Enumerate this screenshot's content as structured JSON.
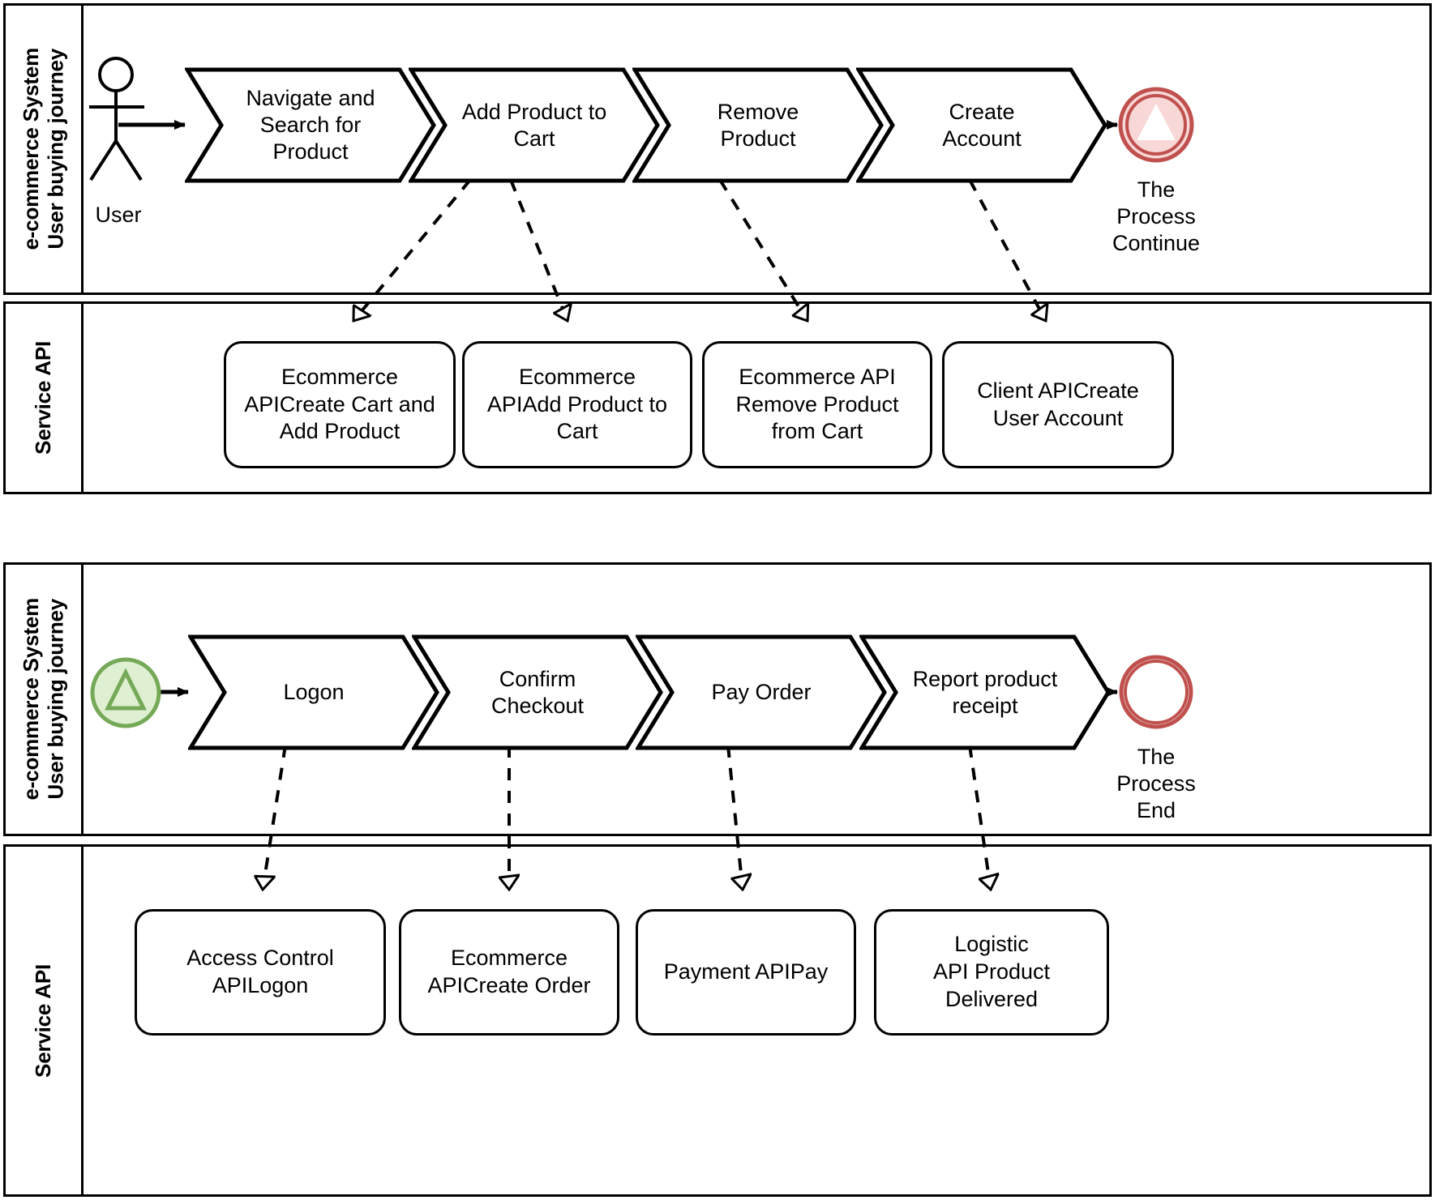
{
  "diagram": {
    "title": "e-commerce System User buying journey",
    "type": "bpmn-process-diagram",
    "colors": {
      "stroke": "#000000",
      "background": "#ffffff",
      "end_event_red_stroke": "#c0504d",
      "end_event_red_fill": "#f8d7d7",
      "start_event_green_stroke": "#76a957",
      "start_event_green_fill": "#dff0d2"
    }
  },
  "pools": [
    {
      "id": "pool-top",
      "lanes": [
        {
          "id": "lane-top-journey",
          "label": "e-commerce System\nUser buying journey",
          "actor": {
            "name": "actor-user",
            "caption": "User"
          },
          "activities": [
            {
              "id": "act-navigate",
              "label": "Navigate and\nSearch for\nProduct"
            },
            {
              "id": "act-add-product",
              "label": "Add Product to\nCart"
            },
            {
              "id": "act-remove-product",
              "label": "Remove\nProduct"
            },
            {
              "id": "act-create-account",
              "label": "Create\nAccount"
            }
          ],
          "end_event": {
            "id": "event-process-continue",
            "caption": "The\nProcess\nContinue",
            "style": "link-throw-double-ring-filled-triangle",
            "color": "#c0504d"
          }
        },
        {
          "id": "lane-top-service-api",
          "label": "Service API",
          "tasks": [
            {
              "id": "api-create-cart",
              "label": "Ecommerce\nAPICreate Cart and\nAdd Product"
            },
            {
              "id": "api-add-product",
              "label": "Ecommerce\nAPIAdd Product to\nCart"
            },
            {
              "id": "api-remove-product",
              "label": "Ecommerce API\nRemove Product\nfrom Cart"
            },
            {
              "id": "api-create-user-account",
              "label": "Client APICreate\nUser Account"
            }
          ]
        }
      ]
    },
    {
      "id": "pool-bottom",
      "lanes": [
        {
          "id": "lane-bottom-journey",
          "label": "e-commerce System\nUser buying journey",
          "start_event": {
            "id": "event-process-start-link",
            "style": "link-catch-single-ring-outline-triangle",
            "color": "#76a957"
          },
          "activities": [
            {
              "id": "act-logon",
              "label": "Logon"
            },
            {
              "id": "act-confirm-checkout",
              "label": "Confirm\nCheckout"
            },
            {
              "id": "act-pay-order",
              "label": "Pay Order"
            },
            {
              "id": "act-report-receipt",
              "label": "Report product\nreceipt"
            }
          ],
          "end_event": {
            "id": "event-process-end",
            "caption": "The\nProcess\nEnd",
            "style": "end-event-thick-ring",
            "color": "#c0504d"
          }
        },
        {
          "id": "lane-bottom-service-api",
          "label": "Service API",
          "tasks": [
            {
              "id": "api-logon",
              "label": "Access Control\nAPILogon"
            },
            {
              "id": "api-create-order",
              "label": "Ecommerce\nAPICreate Order"
            },
            {
              "id": "api-pay",
              "label": "Payment APIPay"
            },
            {
              "id": "api-product-delivered",
              "label": "Logistic\nAPI Product\nDelivered"
            }
          ]
        }
      ]
    }
  ]
}
